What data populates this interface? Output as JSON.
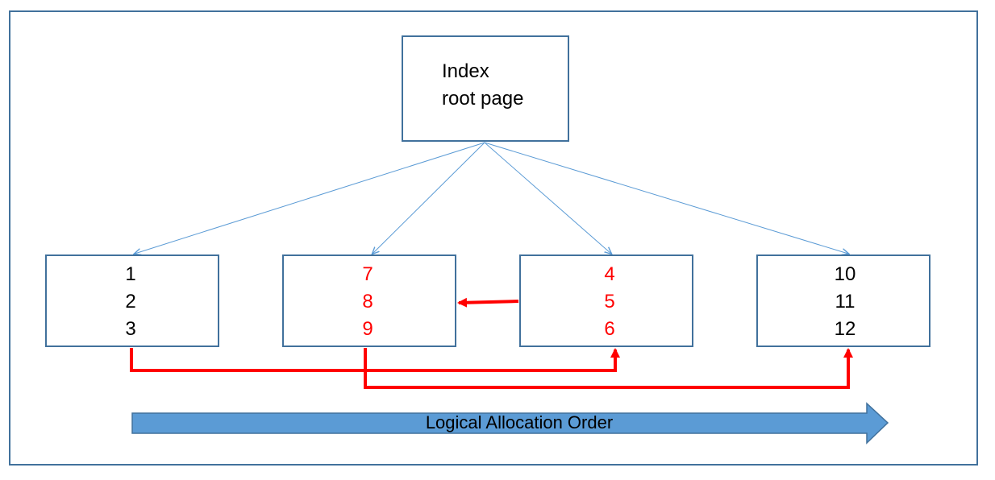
{
  "root": {
    "line1": "Index",
    "line2": "root page"
  },
  "leaves": [
    {
      "values": [
        "1",
        "2",
        "3"
      ],
      "color": "#000000"
    },
    {
      "values": [
        "7",
        "8",
        "9"
      ],
      "color": "#ff0000"
    },
    {
      "values": [
        "4",
        "5",
        "6"
      ],
      "color": "#ff0000"
    },
    {
      "values": [
        "10",
        "11",
        "12"
      ],
      "color": "#000000"
    }
  ],
  "order_arrow": {
    "label": "Logical Allocation Order",
    "color": "#5b9bd5"
  },
  "colors": {
    "border": "#41719c",
    "tree_link": "#5b9bd5",
    "fragment_link": "#ff0000"
  }
}
